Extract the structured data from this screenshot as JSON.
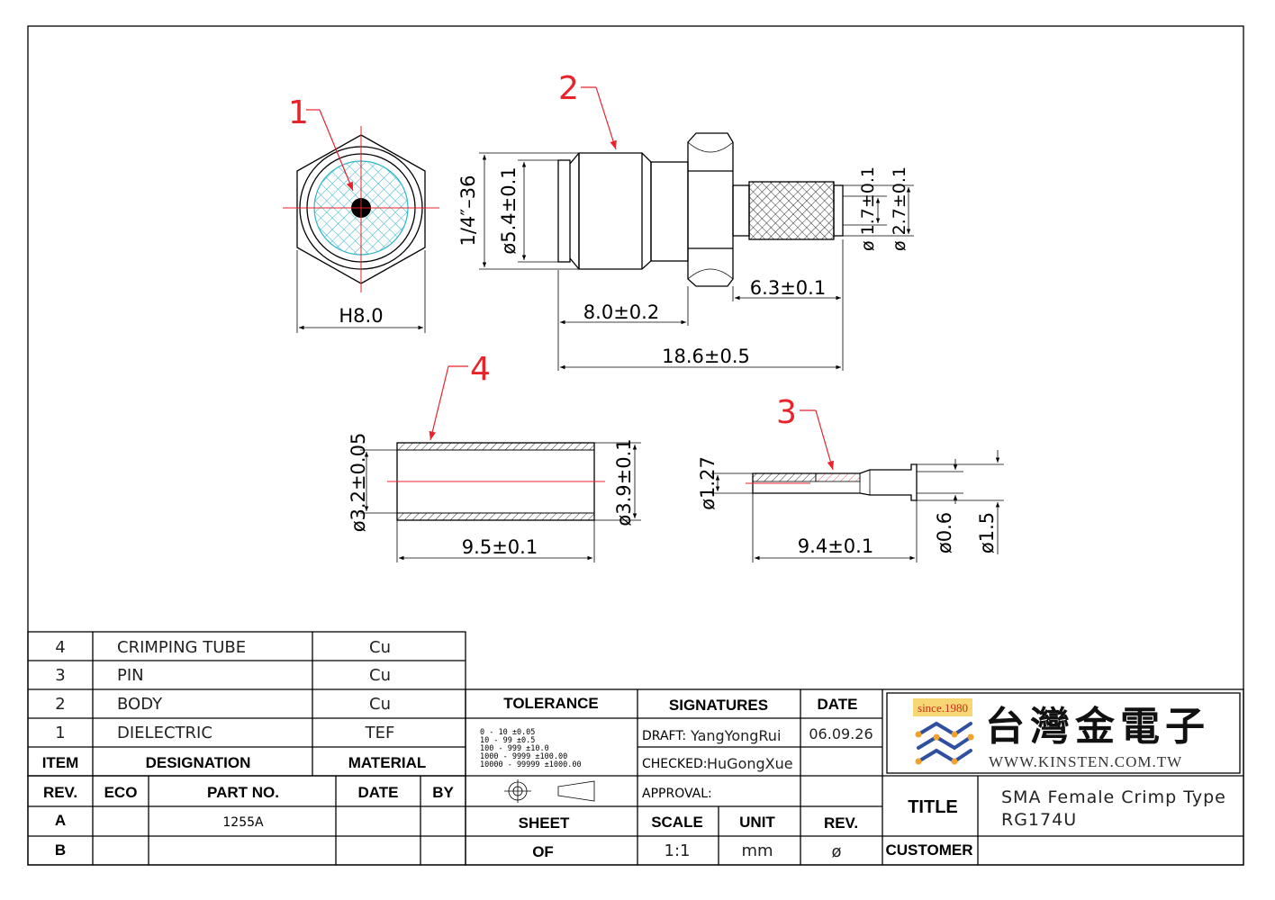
{
  "drawing": {
    "balloons": [
      "1",
      "2",
      "3",
      "4"
    ],
    "dims": {
      "hex": "H8.0",
      "thread": "1/4″–36",
      "body_dia": "ø5.4±0.1",
      "len_8": "8.0±0.2",
      "len_18": "18.6±0.5",
      "len_6": "6.3±0.1",
      "d17": "ø 1.7±0.1",
      "d27": "ø 2.7±0.1",
      "tube_in": "ø3.2±0.05",
      "tube_out": "ø3.9±0.1",
      "tube_len": "9.5±0.1",
      "pin_d127": "ø1.27",
      "pin_len": "9.4±0.1",
      "pin_d06": "ø0.6",
      "pin_d15": "ø1.5"
    }
  },
  "bom": {
    "rows": [
      {
        "item": "4",
        "designation": "CRIMPING  TUBE",
        "material": "Cu"
      },
      {
        "item": "3",
        "designation": "PIN",
        "material": "Cu"
      },
      {
        "item": "2",
        "designation": "BODY",
        "material": "Cu"
      },
      {
        "item": "1",
        "designation": "DIELECTRIC",
        "material": "TEF"
      }
    ],
    "headers": {
      "item": "ITEM",
      "designation": "DESIGNATION",
      "material": "MATERIAL"
    }
  },
  "revisions": {
    "headers": {
      "rev": "REV.",
      "eco": "ECO",
      "part": "PART NO.",
      "date": "DATE",
      "by": "BY"
    },
    "rows": [
      {
        "rev": "A",
        "eco": "",
        "part": "1255A",
        "date": "",
        "by": ""
      },
      {
        "rev": "B",
        "eco": "",
        "part": "",
        "date": "",
        "by": ""
      }
    ]
  },
  "tolerance": {
    "label": "TOLERANCE",
    "lines": [
      "  0 - 10       ±0.05",
      " 10 - 99       ±0.5",
      " 100 - 999     ±10.0",
      "1000 - 9999    ±100.00",
      "10000 - 99999  ±1000.00"
    ],
    "sheet": "SHEET",
    "of": "OF"
  },
  "signatures": {
    "label": "SIGNATURES",
    "date_label": "DATE",
    "draft_label": "DRAFT:",
    "draft": "YangYongRui",
    "draft_date": "06.09.26",
    "checked_label": "CHECKED:",
    "checked": "HuGongXue",
    "approval_label": "APPROVAL:"
  },
  "scale": {
    "scale_label": "SCALE",
    "unit_label": "UNIT",
    "rev_label": "REV.",
    "scale": "1:1",
    "unit": "mm",
    "rev": "ø"
  },
  "company": {
    "since": "since.1980",
    "name_cn": "台灣金電子",
    "website": "WWW.KINSTEN.COM.TW",
    "logo_colors": {
      "orange": "#f2a12a",
      "blue": "#2f4fa0"
    }
  },
  "title_block": {
    "title_label": "TITLE",
    "title_line1": "SMA  Female  Crimp  Type",
    "title_line2": "RG174U",
    "customer_label": "CUSTOMER"
  }
}
